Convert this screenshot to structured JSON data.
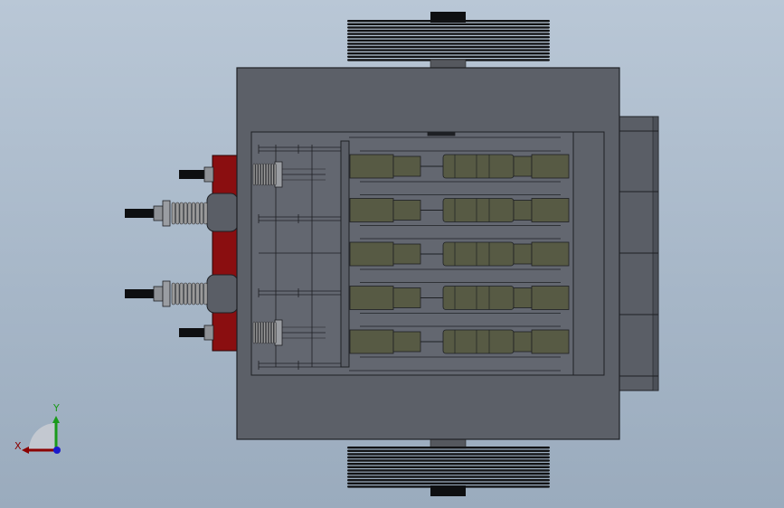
{
  "triad": {
    "x_label": "X",
    "y_label": "Y",
    "x_color": "#8b0000",
    "y_color": "#1a9a1a",
    "z_color": "#1a1acc"
  },
  "colors": {
    "background": "#a9b9ca",
    "housing": "#5c6068",
    "housing_stroke": "#1e2024",
    "inner_plate": "#636770",
    "terminal_red": "#8a0e10",
    "contact_olive": "#575a44",
    "spring": "#9a9a9a"
  },
  "model": {
    "contact_rows": 5,
    "left_fittings": 4,
    "heatsink_fins": 13
  }
}
